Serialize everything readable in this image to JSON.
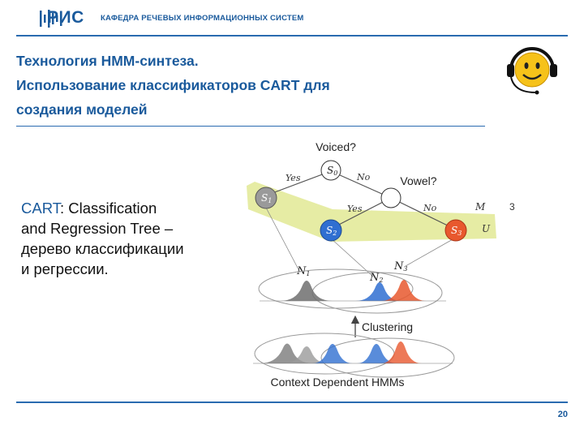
{
  "header": {
    "logo_text": "РИС",
    "department": "КАФЕДРА РЕЧЕВЫХ ИНФОРМАЦИОННЫХ СИСТЕМ"
  },
  "title": {
    "line1": "Технология HMM-синтеза.",
    "line2": "Использование классификаторов CART для",
    "line3": "создания моделей"
  },
  "body": {
    "cart_term": "CART",
    "cart_rest": ": Classification",
    "line2": "and Regression Tree –",
    "line3": "дерево классификации",
    "line4": "и регрессии."
  },
  "diagram": {
    "q1": "Voiced?",
    "q2": "Vowel?",
    "yes": "Yes",
    "no": "No",
    "s0": "S",
    "s0_sub": "0",
    "s1": "S",
    "s1_sub": "1",
    "s2": "S",
    "s2_sub": "2",
    "s3": "S",
    "s3_sub": "3",
    "n1": "N",
    "n1_sub": "1",
    "n2": "N",
    "n2_sub": "2",
    "n3": "N",
    "n3_sub": "3",
    "m_label": "M",
    "m_value": "3",
    "u_label": "U",
    "clustering": "Clustering",
    "caption": "Context Dependent HMMs"
  },
  "footer": {
    "page_number": "20"
  },
  "colors": {
    "accent": "#1a5a9c",
    "highlight": "#e3ea9a",
    "node_blue": "#2f6fd1",
    "node_red": "#e8582e",
    "node_grey": "#9a9a9a"
  }
}
